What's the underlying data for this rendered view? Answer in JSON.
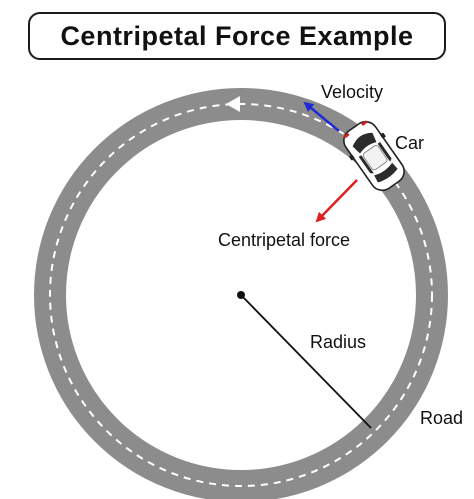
{
  "title": "Centripetal Force Example",
  "labels": {
    "velocity": "Velocity",
    "car": "Car",
    "centripetal_force": "Centripetal force",
    "radius": "Radius",
    "road": "Road"
  },
  "colors": {
    "road": "#8c8c8c",
    "lane_marking": "#ffffff",
    "velocity_arrow": "#1f2bd6",
    "force_arrow": "#e02020",
    "text": "#111111"
  },
  "icons": {
    "car": "top-view-car-icon"
  }
}
